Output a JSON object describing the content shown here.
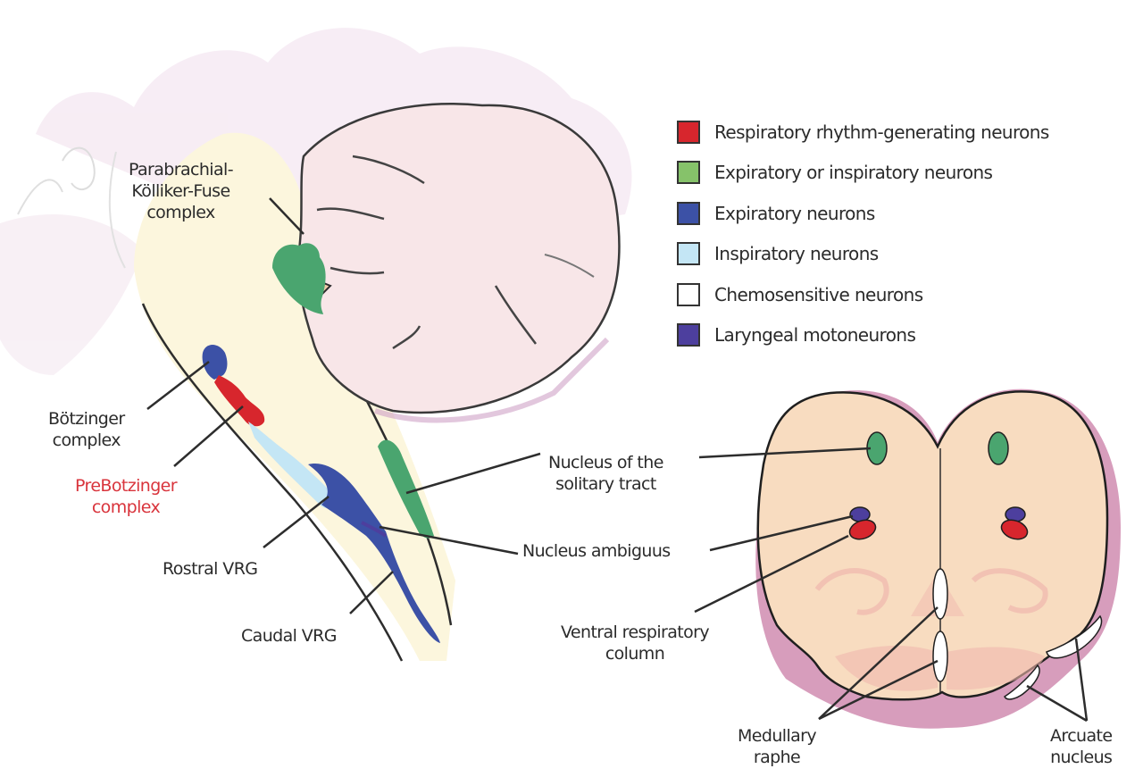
{
  "legend": {
    "items": [
      {
        "label": "Respiratory rhythm-generating neurons",
        "color": "#d7262d"
      },
      {
        "label": "Expiratory or inspiratory neurons",
        "color": "#86c26a"
      },
      {
        "label": "Expiratory neurons",
        "color": "#3c51a6"
      },
      {
        "label": "Inspiratory neurons",
        "color": "#c4e6f5"
      },
      {
        "label": "Chemosensitive neurons",
        "color": "#ffffff"
      },
      {
        "label": "Laryngeal motoneurons",
        "color": "#4d3f9e"
      }
    ]
  },
  "labels": {
    "parabrachial": [
      "Parabrachial-",
      "Kölliker-Fuse",
      "complex"
    ],
    "botzinger": [
      "Bötzinger",
      "complex"
    ],
    "prebotzinger": [
      "PreBotzinger",
      "complex"
    ],
    "rostral_vrg": "Rostral VRG",
    "caudal_vrg": "Caudal VRG",
    "nts": [
      "Nucleus of the",
      "solitary tract"
    ],
    "nucleus_ambiguus": "Nucleus ambiguus",
    "vrc": [
      "Ventral respiratory",
      "column"
    ],
    "medullary_raphe": [
      "Medullary",
      "raphe"
    ],
    "arcuate": [
      "Arcuate",
      "nucleus"
    ]
  },
  "colors": {
    "prebotzinger_label": "#d9343c",
    "green_nucleus": "#4aa56f",
    "brainstem_fill": "#fcf6dd",
    "medulla_fill": "#f8dcc0",
    "medulla_shadow": "#d08cb0"
  }
}
